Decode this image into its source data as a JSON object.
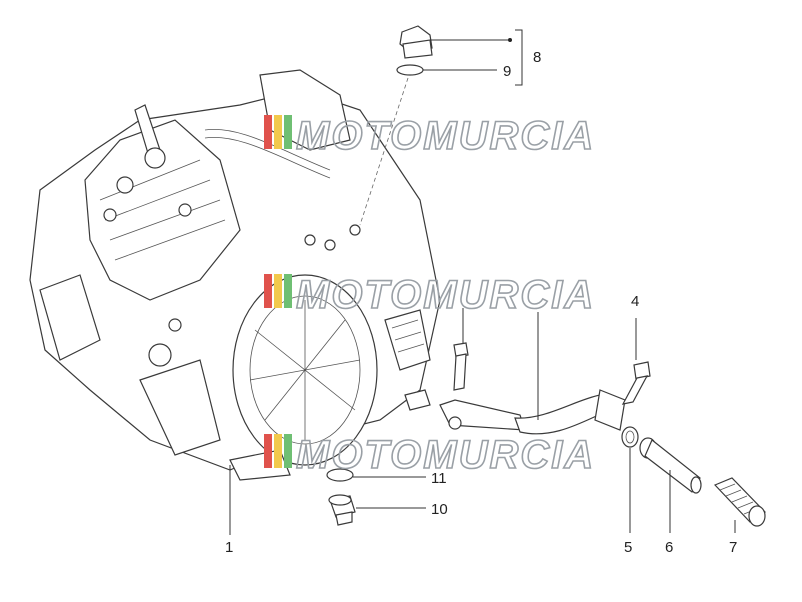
{
  "watermark": {
    "text": "MOTOMURCIA",
    "colors": {
      "red": "#e0524c",
      "yellow": "#f2c94c",
      "green": "#6fbf73",
      "outline": "#9aa0a6"
    }
  },
  "callouts": [
    {
      "id": "1",
      "label": "1"
    },
    {
      "id": "4",
      "label": "4"
    },
    {
      "id": "5",
      "label": "5"
    },
    {
      "id": "6",
      "label": "6"
    },
    {
      "id": "7",
      "label": "7"
    },
    {
      "id": "8",
      "label": "8"
    },
    {
      "id": "9",
      "label": "9"
    },
    {
      "id": "10",
      "label": "10"
    },
    {
      "id": "11",
      "label": "11"
    }
  ]
}
